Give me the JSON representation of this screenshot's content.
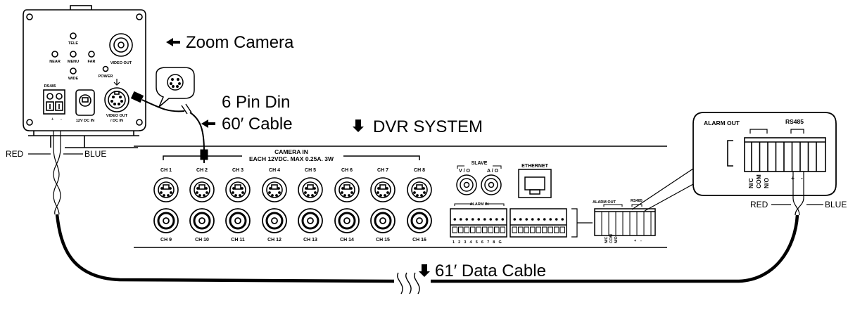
{
  "callouts": {
    "zoom_camera": "Zoom Camera",
    "pin_din": "6 Pin Din",
    "cable_60": "60′ Cable",
    "dvr_system": "DVR SYSTEM",
    "data_cable": "61′ Data Cable"
  },
  "camera": {
    "tele": "TELE",
    "near": "NEAR",
    "menu": "MENU",
    "far": "FAR",
    "wide": "WIDE",
    "power": "POWER",
    "video_out": "VIDEO OUT",
    "rs485": "RS485",
    "dc_in": "12V DC IN",
    "video_out_dc_1": "VIDEO OUT",
    "video_out_dc_2": "/ DC IN"
  },
  "dvr": {
    "camera_in_1": "CAMERA  IN",
    "camera_in_2": "EACH 12VDC. MAX 0.25A. 3W",
    "top_channels": [
      "CH 1",
      "CH 2",
      "CH 3",
      "CH 4",
      "CH 5",
      "CH 6",
      "CH 7",
      "CH 8"
    ],
    "bottom_channels": [
      "CH 9",
      "CH 10",
      "CH 11",
      "CH 12",
      "CH 13",
      "CH 14",
      "CH 15",
      "CH 16"
    ],
    "slave": "SLAVE",
    "vo": "V / O",
    "ao": "A / O",
    "ethernet": "ETHERNET",
    "alarm_in": "ALARM IN",
    "alarm_in_numbers": "1 2 3 4 5 6 7 8 G",
    "alarm_out": "ALARM OUT",
    "rs485": "RS485",
    "nc": "N/C",
    "com": "COM",
    "no": "N/O",
    "plus": "+",
    "minus": "-"
  },
  "zoom_box": {
    "alarm_out": "ALARM OUT",
    "rs485": "RS485",
    "nc": "N/C",
    "com": "COM",
    "no": "N/O",
    "plus": "+",
    "minus": "-"
  },
  "wires": {
    "left_red": "RED",
    "left_blue": "BLUE",
    "right_red": "RED",
    "right_blue": "BLUE"
  }
}
